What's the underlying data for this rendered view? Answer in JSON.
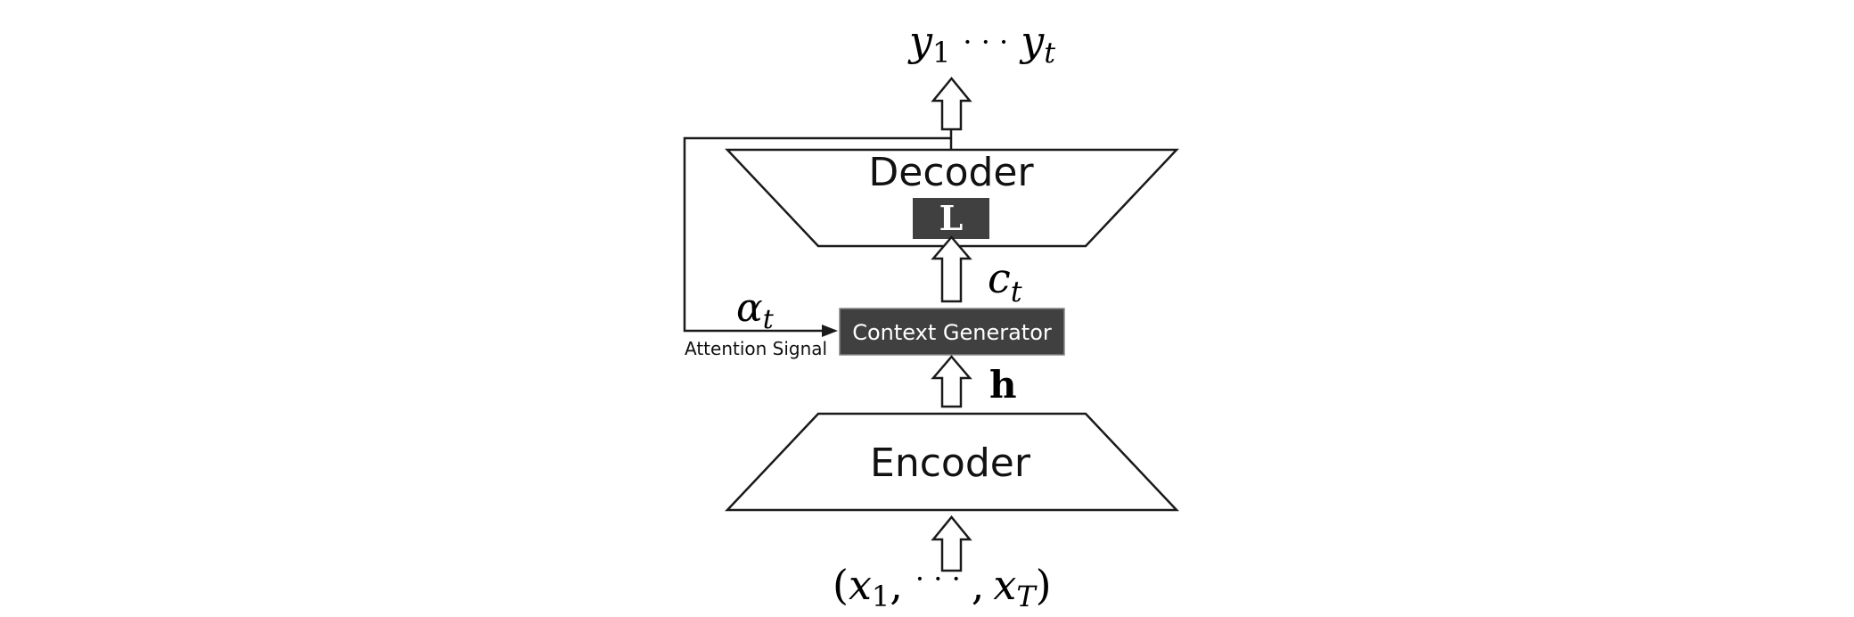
{
  "output": {
    "y": "y",
    "first_sub": "1",
    "dots": "· · ·",
    "last_sub": "t"
  },
  "decoder": {
    "label": "Decoder",
    "inner_label": "L"
  },
  "context_vector": {
    "c": "c",
    "sub": "t"
  },
  "attention": {
    "alpha": "α",
    "sub": "t",
    "label": "Attention Signal"
  },
  "context_generator": {
    "label": "Context Generator"
  },
  "hidden": {
    "label": "h"
  },
  "encoder": {
    "label": "Encoder"
  },
  "input": {
    "open": "(",
    "x1": "x",
    "sub1": "1",
    "comma1": ",",
    "dots": "· · ·",
    "comma2": ",",
    "xT": "x",
    "subT": "T",
    "close": ")"
  },
  "colors": {
    "line": "#1a1a1a",
    "dark_box": "#404040",
    "dark_box_text": "#ffffff"
  }
}
